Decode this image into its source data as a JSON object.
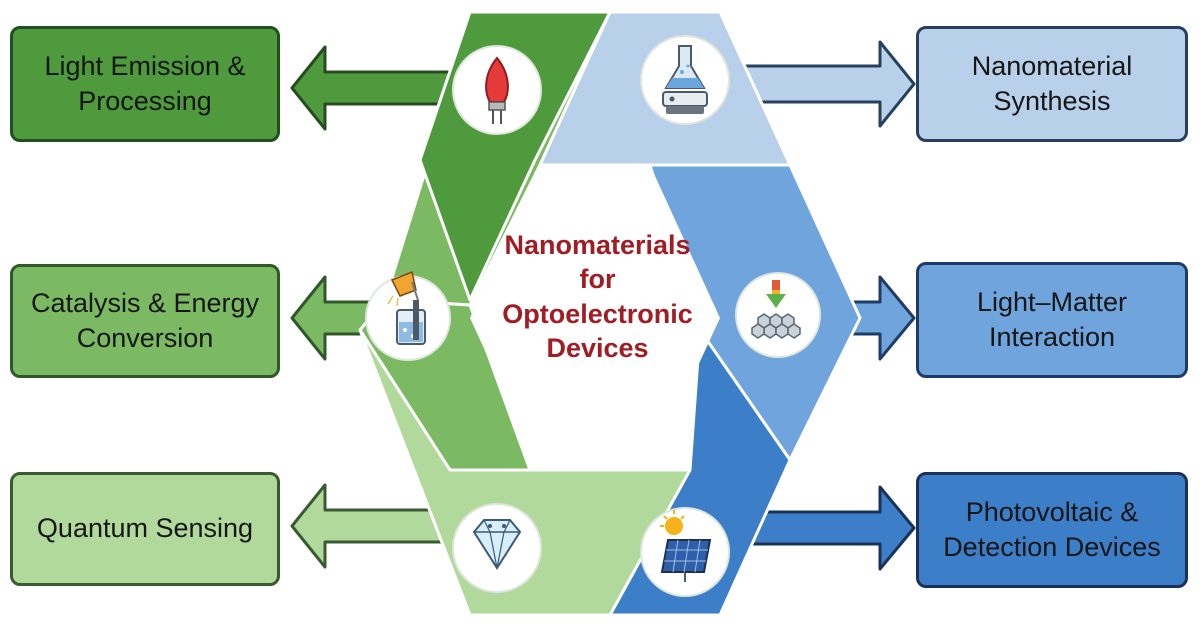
{
  "center": {
    "lines": [
      "Nanomaterials",
      "for",
      "Optoelectronic",
      "Devices"
    ],
    "color": "#a11d24"
  },
  "left_boxes": [
    {
      "lines": [
        "Light Emission &",
        "Processing"
      ],
      "color": "#4f9a3d",
      "icon": "light-bulb-icon"
    },
    {
      "lines": [
        "Catalysis & Energy",
        "Conversion"
      ],
      "color": "#7bba63",
      "icon": "beaker-catalysis-icon"
    },
    {
      "lines": [
        "Quantum Sensing"
      ],
      "color": "#b2d99c",
      "icon": "diamond-icon"
    }
  ],
  "right_boxes": [
    {
      "lines": [
        "Nanomaterial",
        "Synthesis"
      ],
      "color": "#b8d0e9",
      "icon": "flask-hotplate-icon"
    },
    {
      "lines": [
        "Light–Matter",
        "Interaction"
      ],
      "color": "#6fa4dd",
      "icon": "nanolattice-icon"
    },
    {
      "lines": [
        "Photovoltaic &",
        "Detection Devices"
      ],
      "color": "#3d7ec8",
      "icon": "solar-panel-icon"
    }
  ]
}
